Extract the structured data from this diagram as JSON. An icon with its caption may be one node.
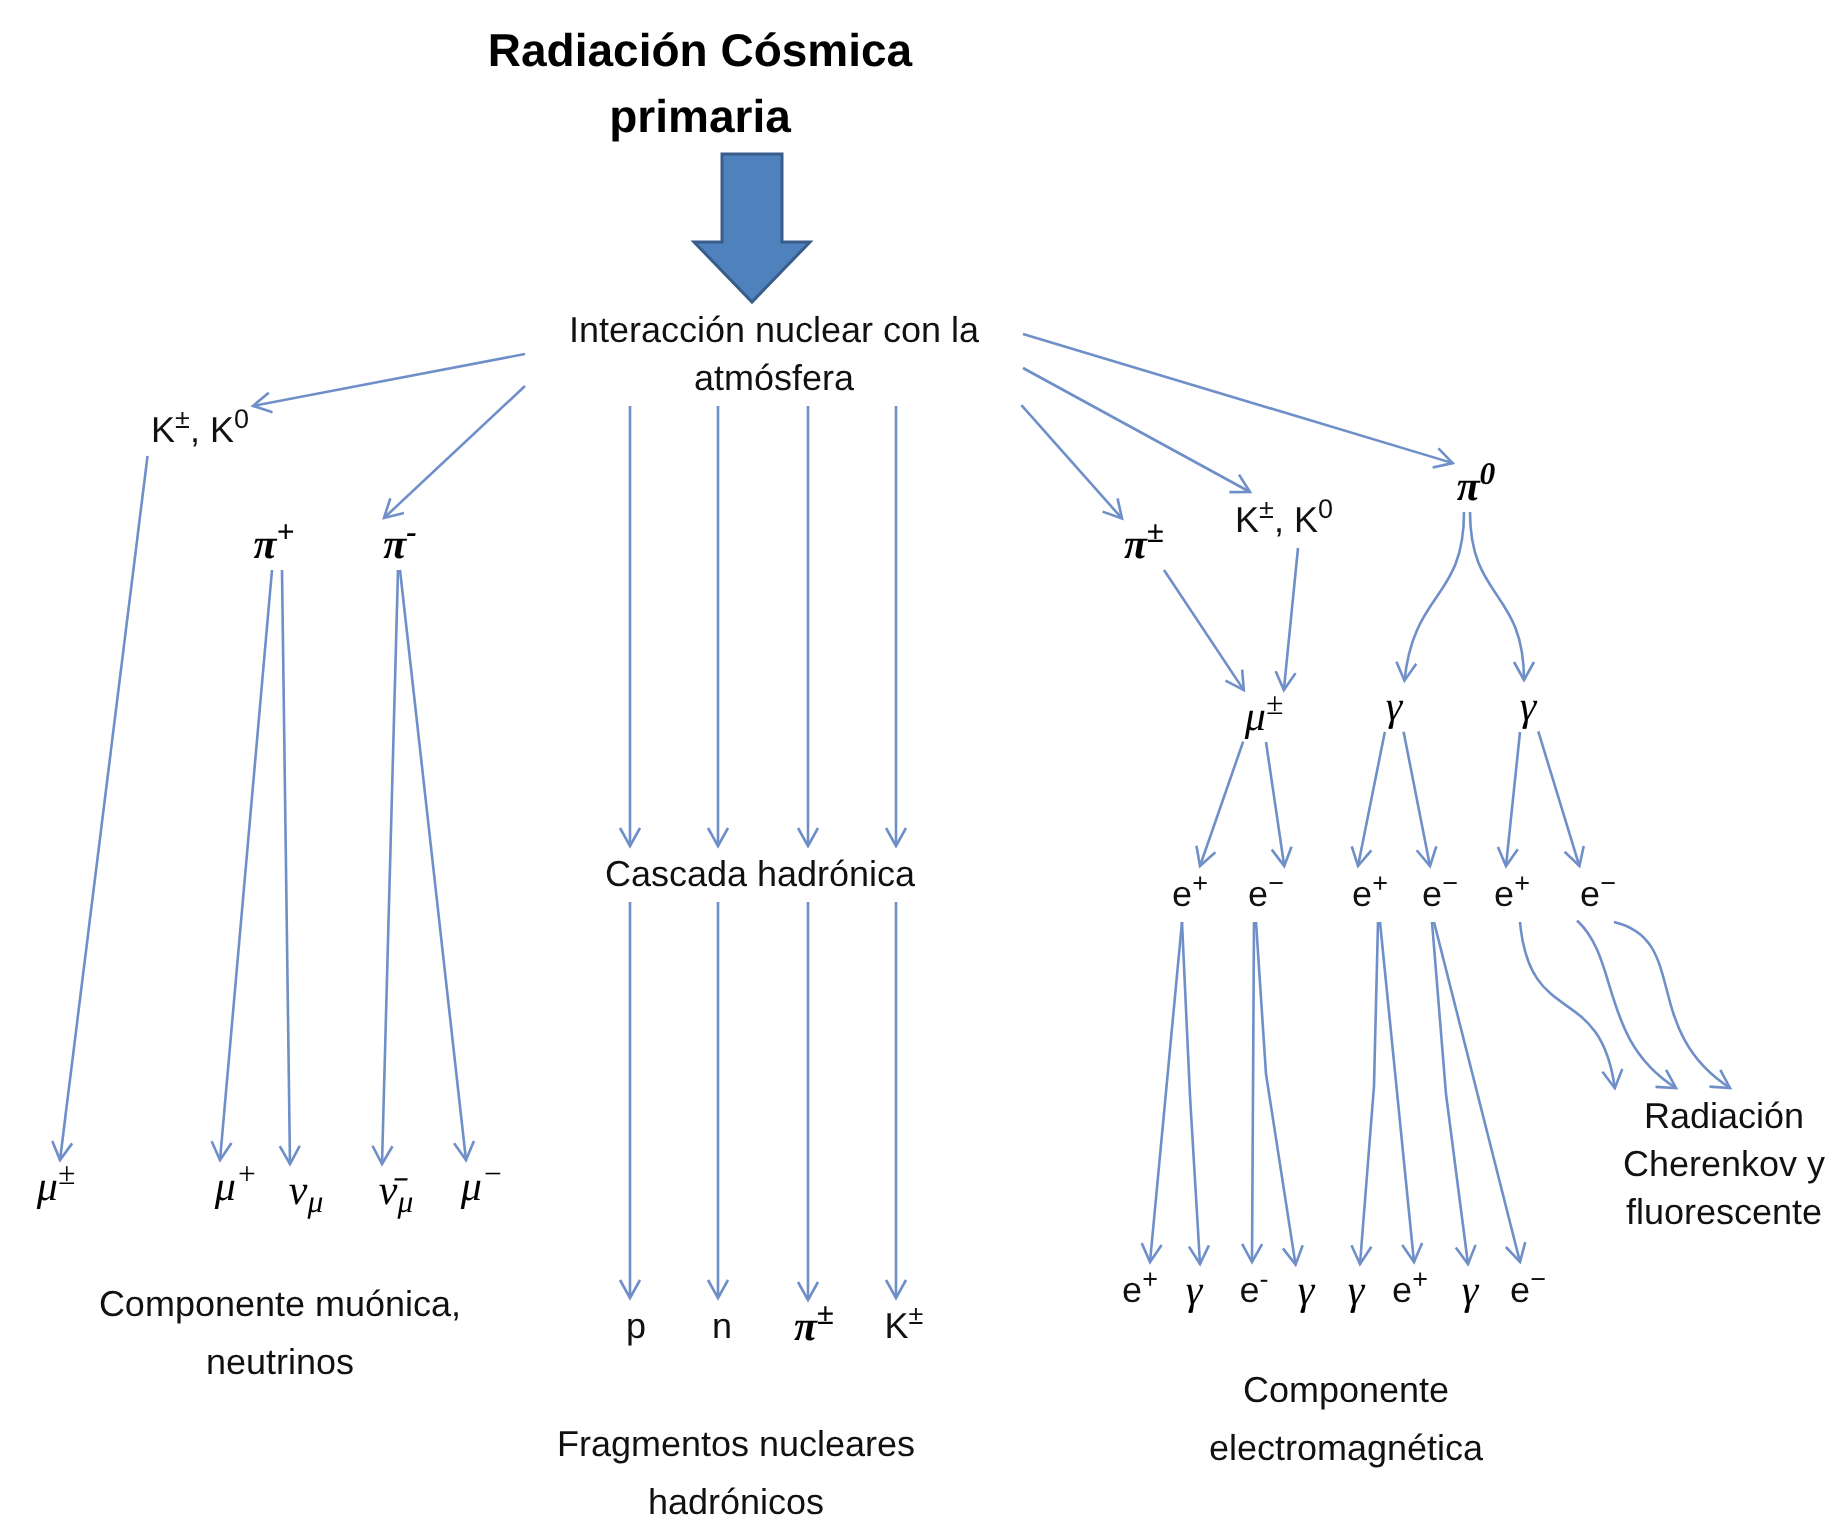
{
  "diagram": {
    "nodes": [
      {
        "text": [
          "Radiación Cósmica primaria"
        ]
      },
      {
        "text": [
          "Interacción nuclear con la atmósfera"
        ]
      },
      {
        "text": [
          "K$^{±}$, K$^{0}$"
        ]
      },
      {
        "text": [
          "π$^{+}$"
        ]
      },
      {
        "text": [
          "π$^{-}$"
        ]
      },
      {
        "text": [
          "Cascada hadrónica"
        ]
      },
      {
        "text": [
          "π$^{±}$"
        ]
      },
      {
        "text": [
          "K$^{±}$, K$^{0}$"
        ]
      },
      {
        "text": [
          "π$^{0}$"
        ]
      },
      {
        "text": [
          "μ$^{±}$"
        ]
      },
      {
        "text": [
          "γ"
        ]
      },
      {
        "text": [
          "γ"
        ]
      },
      {
        "text": [
          "e$^{+}$"
        ]
      },
      {
        "text": [
          "e$^{−}$"
        ]
      },
      {
        "text": [
          "e$^{+}$"
        ]
      },
      {
        "text": [
          "e$^{−}$"
        ]
      },
      {
        "text": [
          "e$^{+}$"
        ]
      },
      {
        "text": [
          "e$^{−}$"
        ]
      },
      {
        "text": [
          "μ$^{±}$"
        ]
      },
      {
        "text": [
          "μ$^{+}$"
        ]
      },
      {
        "text": [
          "ν$_{μ}$"
        ]
      },
      {
        "text": [
          "ν̄$_{μ}$"
        ]
      },
      {
        "text": [
          "μ$^{−}$"
        ]
      },
      {
        "text": [
          "p"
        ]
      },
      {
        "text": [
          "n"
        ]
      },
      {
        "text": [
          "π$^{±}$"
        ]
      },
      {
        "text": [
          "K$^{±}$"
        ]
      },
      {
        "text": [
          "e$^{+}$"
        ]
      },
      {
        "text": [
          "γ"
        ]
      },
      {
        "text": [
          "e$^{-}$"
        ]
      },
      {
        "text": [
          "γ"
        ]
      },
      {
        "text": [
          "γ"
        ]
      },
      {
        "text": [
          "e$^{+}$"
        ]
      },
      {
        "text": [
          "γ"
        ]
      },
      {
        "text": [
          "e$^{−}$"
        ]
      },
      {
        "text": [
          "Radiación Cherenkov y fluorescente"
        ]
      }
    ],
    "edges": [
      {
        "from": 0,
        "to": 1,
        "arrow": "to",
        "style": "thick"
      },
      {
        "from": 1,
        "to": 2,
        "arrow": "to"
      },
      {
        "from": 1,
        "to": 4,
        "arrow": "to"
      },
      {
        "from": 1,
        "to": 5,
        "arrow": "to"
      },
      {
        "from": 1,
        "to": 5,
        "arrow": "to"
      },
      {
        "from": 1,
        "to": 5,
        "arrow": "to"
      },
      {
        "from": 1,
        "to": 5,
        "arrow": "to"
      },
      {
        "from": 1,
        "to": 6,
        "arrow": "to"
      },
      {
        "from": 1,
        "to": 7,
        "arrow": "to"
      },
      {
        "from": 1,
        "to": 8,
        "arrow": "to"
      },
      {
        "from": 6,
        "to": 9,
        "arrow": "to"
      },
      {
        "from": 7,
        "to": 9,
        "arrow": "to"
      },
      {
        "from": 8,
        "to": 10,
        "arrow": "to"
      },
      {
        "from": 8,
        "to": 11,
        "arrow": "to"
      },
      {
        "from": 9,
        "to": 12,
        "arrow": "to"
      },
      {
        "from": 9,
        "to": 13,
        "arrow": "to"
      },
      {
        "from": 10,
        "to": 14,
        "arrow": "to"
      },
      {
        "from": 10,
        "to": 15,
        "arrow": "to"
      },
      {
        "from": 11,
        "to": 16,
        "arrow": "to"
      },
      {
        "from": 11,
        "to": 17,
        "arrow": "to"
      },
      {
        "from": 2,
        "to": 18,
        "arrow": "to"
      },
      {
        "from": 3,
        "to": 19,
        "arrow": "to"
      },
      {
        "from": 3,
        "to": 20,
        "arrow": "to"
      },
      {
        "from": 4,
        "to": 21,
        "arrow": "to"
      },
      {
        "from": 4,
        "to": 22,
        "arrow": "to"
      },
      {
        "from": 5,
        "to": 23,
        "arrow": "to"
      },
      {
        "from": 5,
        "to": 24,
        "arrow": "to"
      },
      {
        "from": 5,
        "to": 25,
        "arrow": "to"
      },
      {
        "from": 5,
        "to": 26,
        "arrow": "to"
      },
      {
        "from": 12,
        "to": 27,
        "arrow": "to"
      },
      {
        "from": 12,
        "to": 28,
        "arrow": "to"
      },
      {
        "from": 13,
        "to": 29,
        "arrow": "to"
      },
      {
        "from": 13,
        "to": 30,
        "arrow": "to"
      },
      {
        "from": 14,
        "to": 31,
        "arrow": "to"
      },
      {
        "from": 14,
        "to": 32,
        "arrow": "to"
      },
      {
        "from": 15,
        "to": 33,
        "arrow": "to"
      },
      {
        "from": 15,
        "to": 34,
        "arrow": "to"
      },
      {
        "from": 16,
        "to": 35,
        "arrow": "to"
      },
      {
        "from": 17,
        "to": 35,
        "arrow": "to"
      },
      {
        "from": 17,
        "to": 35,
        "arrow": "to"
      }
    ],
    "labels": [
      "Componente muónica, neutrinos",
      "Fragmentos nucleares hadrónicos",
      "Componente electromagnética"
    ]
  }
}
